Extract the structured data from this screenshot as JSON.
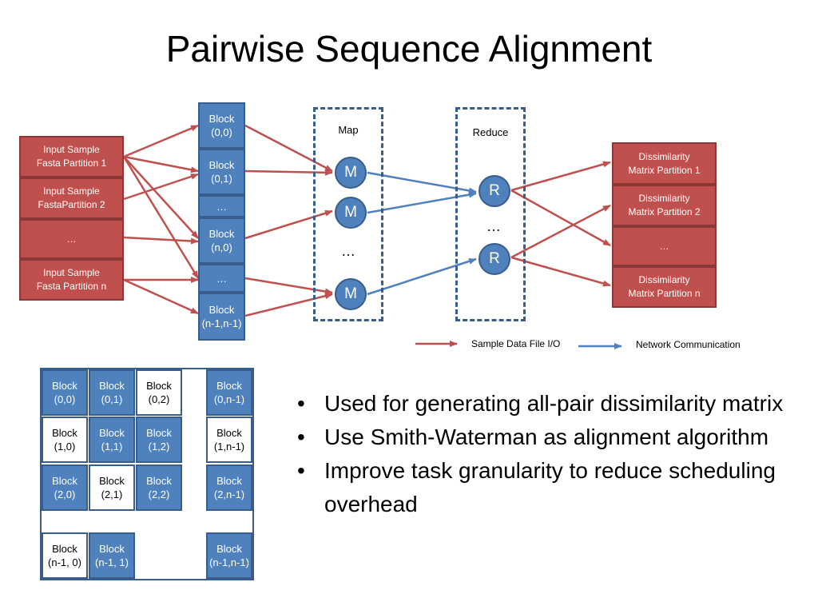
{
  "title": "Pairwise Sequence Alignment",
  "colors": {
    "red": "#c0504d",
    "blue": "#4f81bd",
    "dark_blue": "#385d8a"
  },
  "inputs": [
    {
      "text": "Input Sample\nFasta Partition 1"
    },
    {
      "text": "Input Sample\nFastaPartition 2"
    },
    {
      "text": "…"
    },
    {
      "text": "Input Sample\nFasta Partition n"
    }
  ],
  "blocks": [
    {
      "text": "Block\n(0,0)"
    },
    {
      "text": "Block\n(0,1)"
    },
    {
      "text": "…"
    },
    {
      "text": "Block\n(n,0)"
    },
    {
      "text": "…"
    },
    {
      "text": "Block\n(n-1,n-1)"
    }
  ],
  "map": {
    "label": "Map",
    "node": "M",
    "ellipsis": "…"
  },
  "reduce": {
    "label": "Reduce",
    "node": "R",
    "ellipsis": "…"
  },
  "outputs": [
    {
      "text": "Dissimilarity\nMatrix Partition 1"
    },
    {
      "text": "Dissimilarity\nMatrix Partition 2"
    },
    {
      "text": "…"
    },
    {
      "text": "Dissimilarity\nMatrix Partition n"
    }
  ],
  "legend": {
    "file_io": "Sample Data File I/O",
    "network": "Network Communication"
  },
  "grid": {
    "r0": [
      "Block\n(0,0)",
      "Block\n(0,1)",
      "Block\n(0,2)",
      "Block\n(0,n-1)"
    ],
    "r1": [
      "Block\n(1,0)",
      "Block\n(1,1)",
      "Block\n(1,2)",
      "Block\n(1,n-1)"
    ],
    "r2": [
      "Block\n(2,0)",
      "Block\n(2,1)",
      "Block\n(2,2)",
      "Block\n(2,n-1)"
    ],
    "r3": [
      "Block\n(n-1, 0)",
      "Block\n(n-1, 1)",
      "Block\n(n-1,n-1)"
    ]
  },
  "bullets": [
    "Used for generating all-pair dissimilarity matrix",
    "Use Smith-Waterman as alignment algorithm",
    "Improve task granularity to reduce scheduling overhead"
  ]
}
